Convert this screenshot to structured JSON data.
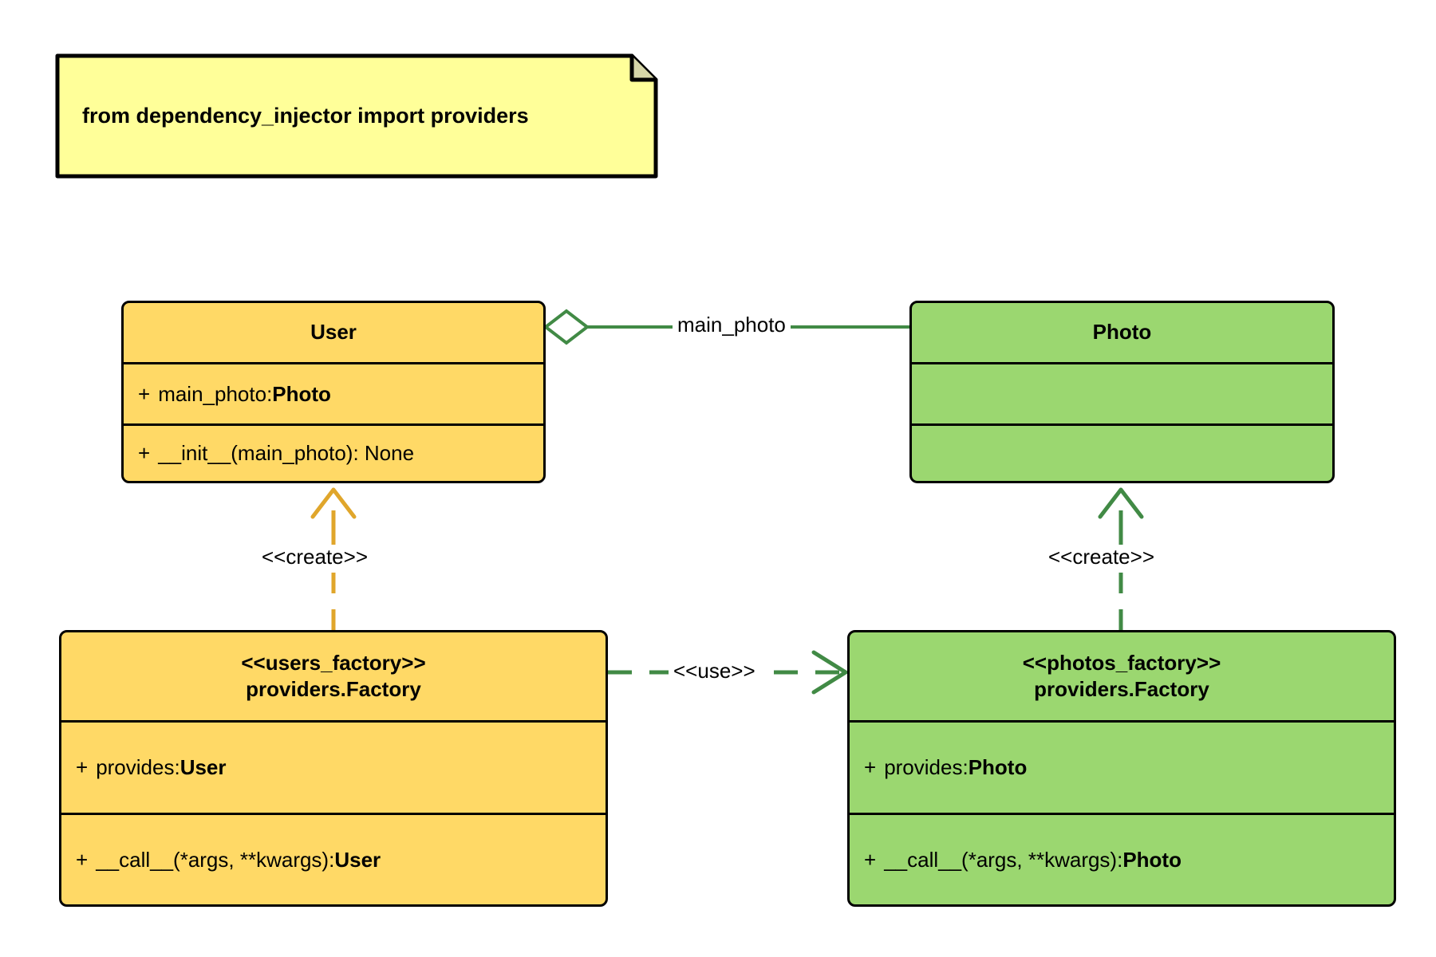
{
  "diagram": {
    "type": "uml-class-diagram",
    "background": "#FFFFFF",
    "colors": {
      "note_fill": "#FFFF99",
      "user_fill": "#FFD966",
      "photo_fill": "#9BD770",
      "stroke": "#000000",
      "create_user_edge": "#E0A62B",
      "create_photo_edge": "#418A45",
      "association_edge": "#418A45"
    }
  },
  "note": {
    "text": "from dependency_injector import providers"
  },
  "classes": {
    "user": {
      "title": "User",
      "attributes": [
        {
          "visibility": "+",
          "name": "main_photo: ",
          "type": "Photo"
        }
      ],
      "methods": [
        {
          "visibility": "+",
          "name": "__init__(main_photo): None",
          "type": ""
        }
      ]
    },
    "photo": {
      "title": "Photo",
      "attributes": [],
      "methods": []
    },
    "users_factory": {
      "stereotype": "<<users_factory>>",
      "title": "providers.Factory",
      "attributes": [
        {
          "visibility": "+",
          "name": "provides: ",
          "type": "User"
        }
      ],
      "methods": [
        {
          "visibility": "+",
          "name": "__call__(*args, **kwargs): ",
          "type": "User"
        }
      ]
    },
    "photos_factory": {
      "stereotype": "<<photos_factory>>",
      "title": "providers.Factory",
      "attributes": [
        {
          "visibility": "+",
          "name": "provides: ",
          "type": "Photo"
        }
      ],
      "methods": [
        {
          "visibility": "+",
          "name": "__call__(*args, **kwargs): ",
          "type": "Photo"
        }
      ]
    }
  },
  "edges": {
    "user_photo_association": {
      "label": "main_photo",
      "kind": "aggregation"
    },
    "users_factory_create": {
      "label": "<<create>>",
      "kind": "dashed-arrow"
    },
    "photos_factory_create": {
      "label": "<<create>>",
      "kind": "dashed-arrow"
    },
    "factory_use": {
      "label": "<<use>>",
      "kind": "dashed-arrow"
    }
  }
}
